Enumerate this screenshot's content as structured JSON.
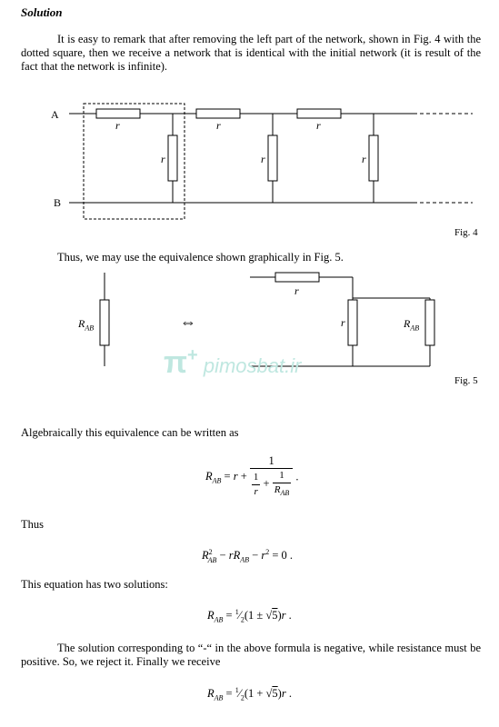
{
  "heading": "Solution",
  "para1": "It is easy to remark that after removing the left part of the network, shown in Fig. 4 with the dotted square, then we receive a network that is identical with the initial network (it is result of the fact that the network is infinite).",
  "fig4": {
    "caption": "Fig. 4",
    "node_a": "A",
    "node_b": "B",
    "resistor_label": "r"
  },
  "para2": "Thus, we may use the equivalence shown graphically in Fig. 5.",
  "fig5": {
    "caption": "Fig. 5",
    "rab_label": "R",
    "rab_sub": "AB",
    "resistor_label": "r",
    "equiv_symbol": "⇔"
  },
  "watermark": {
    "symbol": "π",
    "plus": "+",
    "text": "pimosbat.ir"
  },
  "para3": "Algebraically this equivalence can be written as",
  "thus": "Thus",
  "para4": "This equation has two solutions:",
  "para5": "The solution corresponding to “-“ in the above formula is negative, while resistance must be positive. So, we reject it. Finally we receive"
}
